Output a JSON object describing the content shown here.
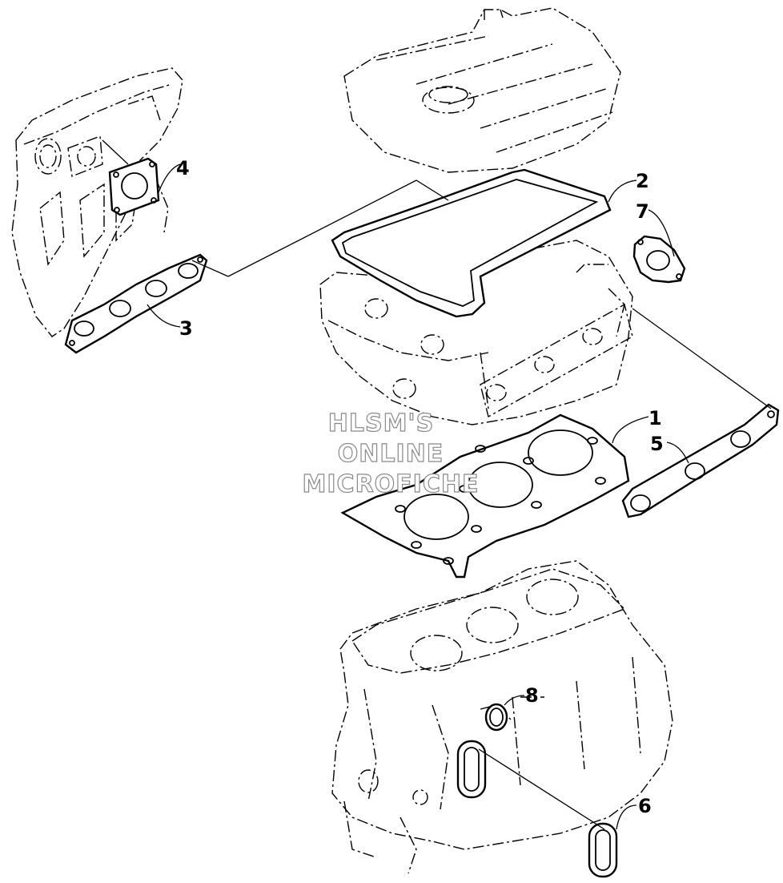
{
  "callouts": {
    "c1": "1",
    "c2": "2",
    "c3": "3",
    "c4": "4",
    "c5": "5",
    "c6": "6",
    "c7": "7",
    "c8": "8"
  },
  "watermark": {
    "line1": "HLSM'S",
    "line2": "ONLINE",
    "line3": "MICROFICHE"
  }
}
